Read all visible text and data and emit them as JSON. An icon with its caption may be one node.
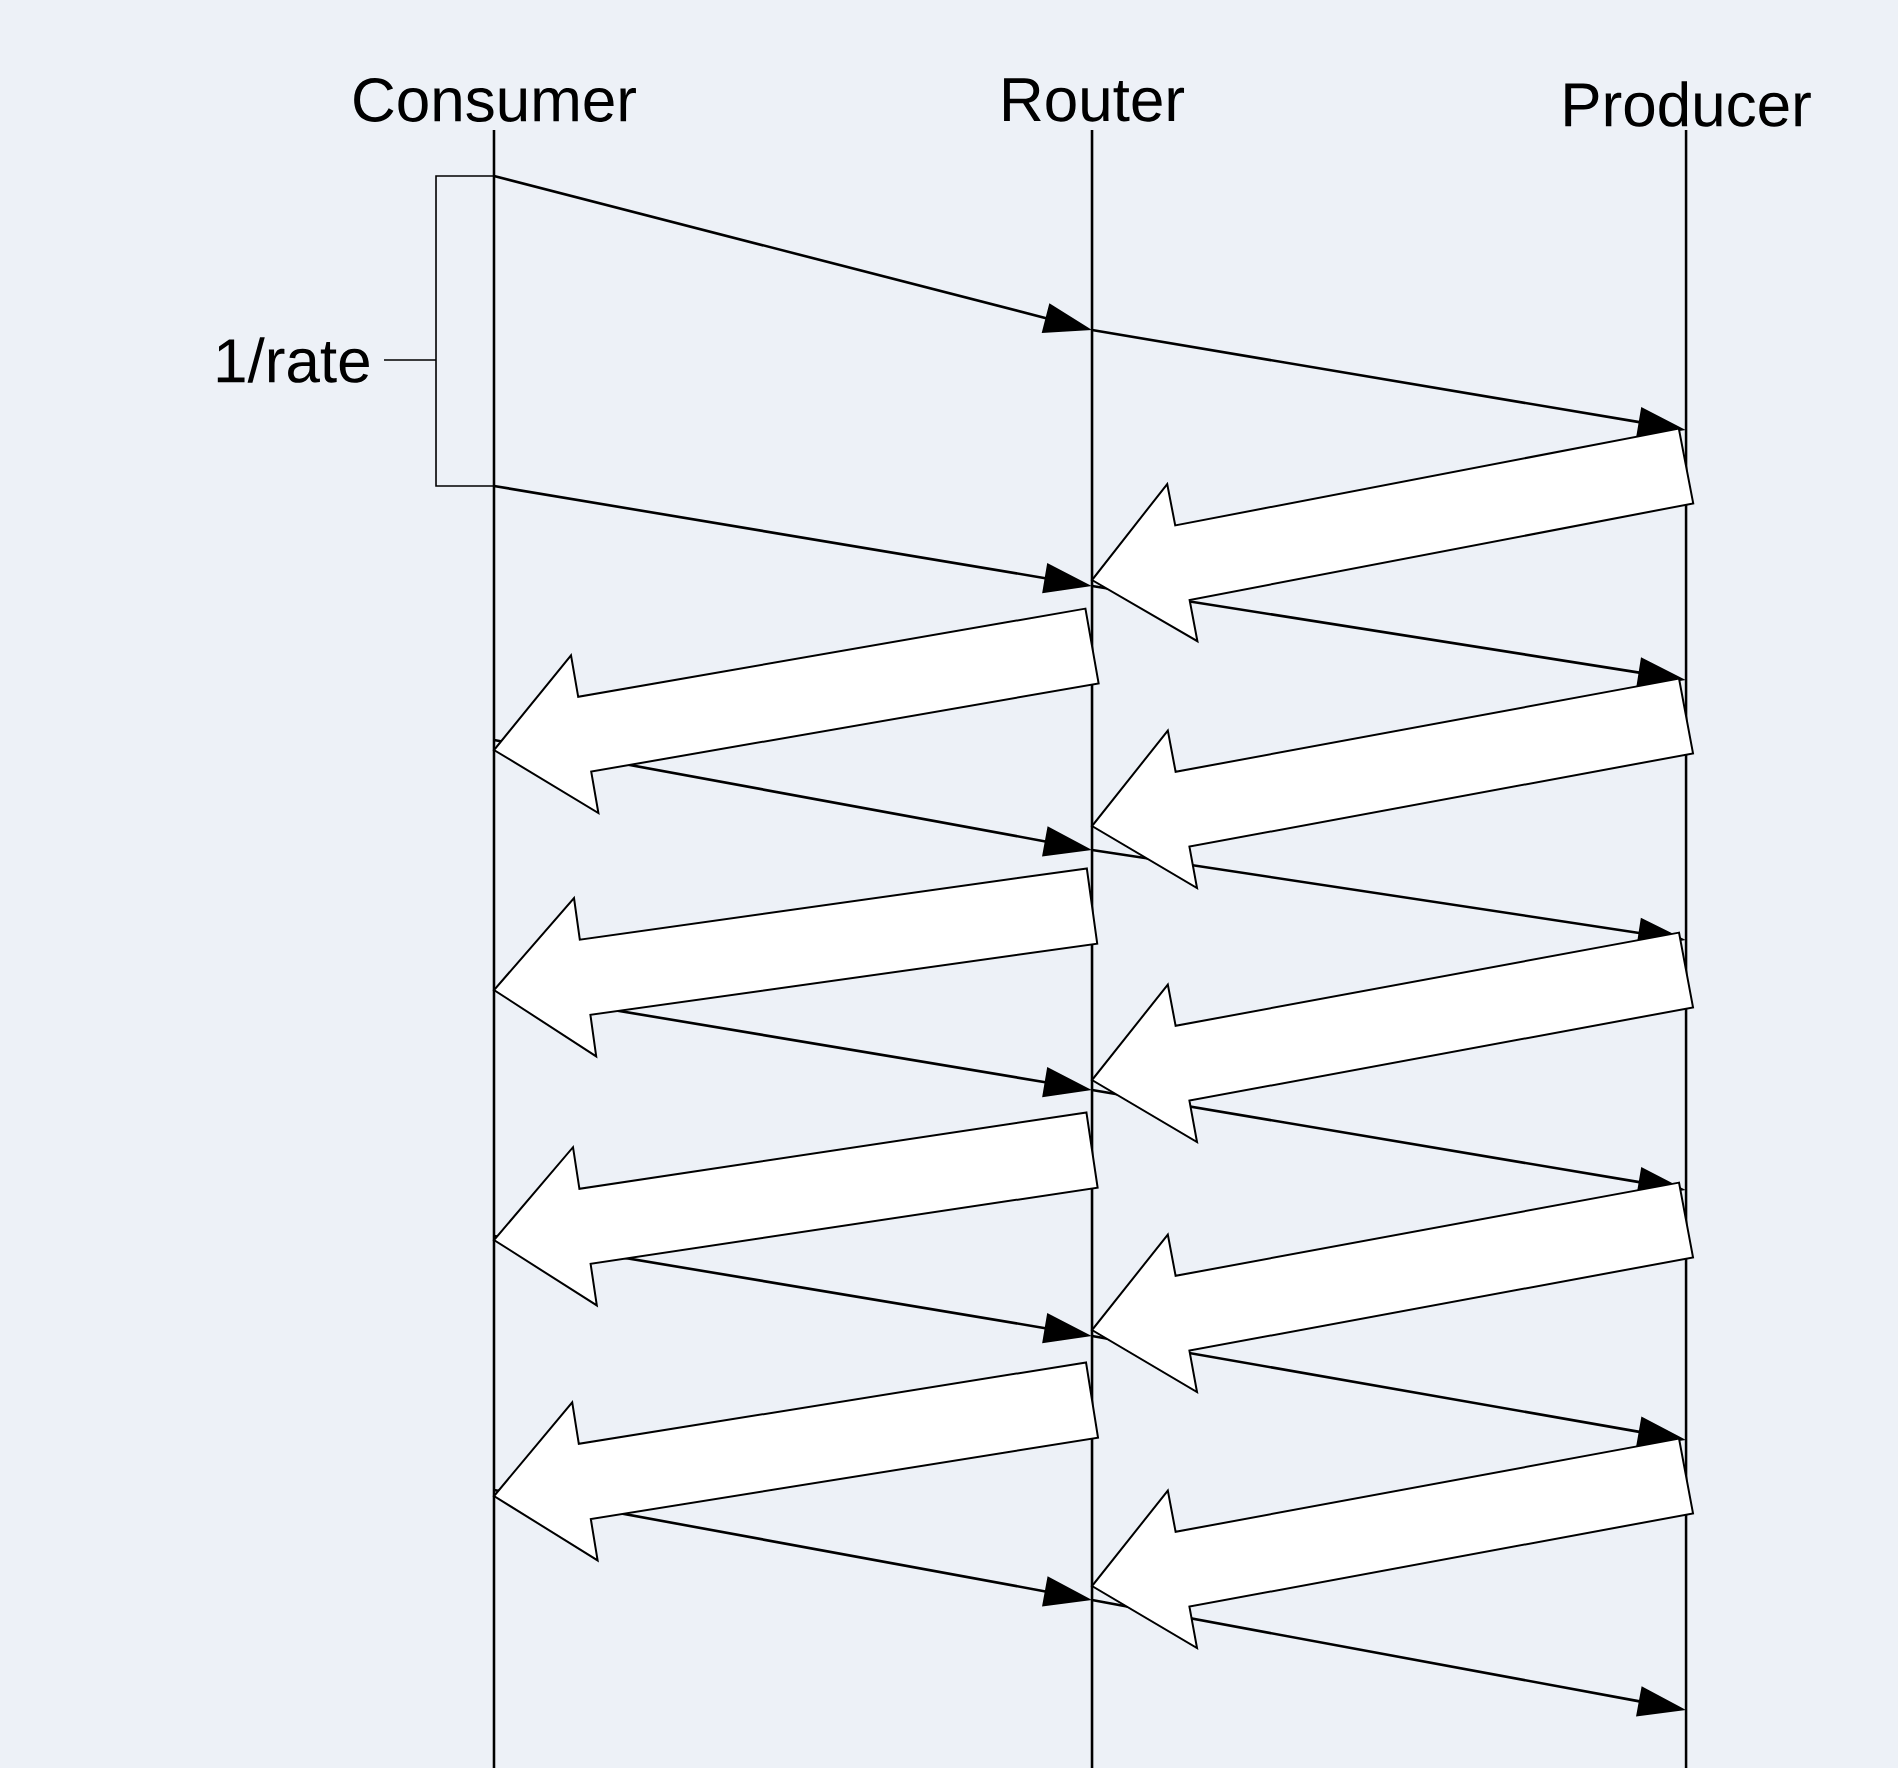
{
  "diagram": {
    "nodes": [
      {
        "text": [
          "Consumer"
        ]
      },
      {
        "text": [
          "Router"
        ]
      },
      {
        "text": [
          "Producer"
        ]
      }
    ],
    "edges": [
      {
        "from": 0,
        "to": 1,
        "arrow": "to"
      },
      {
        "from": 0,
        "to": 1,
        "arrow": "to"
      },
      {
        "from": 0,
        "to": 1,
        "arrow": "to"
      },
      {
        "from": 0,
        "to": 1,
        "arrow": "to"
      },
      {
        "from": 0,
        "to": 1,
        "arrow": "to"
      },
      {
        "from": 0,
        "to": 1,
        "arrow": "to"
      },
      {
        "from": 1,
        "to": 2,
        "arrow": "to"
      },
      {
        "from": 1,
        "to": 2,
        "arrow": "to"
      },
      {
        "from": 1,
        "to": 2,
        "arrow": "to"
      },
      {
        "from": 1,
        "to": 2,
        "arrow": "to"
      },
      {
        "from": 1,
        "to": 2,
        "arrow": "to"
      },
      {
        "from": 1,
        "to": 2,
        "arrow": "to"
      },
      {
        "from": 2,
        "to": 1,
        "arrow": "to",
        "style": "thick"
      },
      {
        "from": 2,
        "to": 1,
        "arrow": "to",
        "style": "thick"
      },
      {
        "from": 2,
        "to": 1,
        "arrow": "to",
        "style": "thick"
      },
      {
        "from": 2,
        "to": 1,
        "arrow": "to",
        "style": "thick"
      },
      {
        "from": 2,
        "to": 1,
        "arrow": "to",
        "style": "thick"
      },
      {
        "from": 1,
        "to": 0,
        "arrow": "to",
        "style": "thick"
      },
      {
        "from": 1,
        "to": 0,
        "arrow": "to",
        "style": "thick"
      },
      {
        "from": 1,
        "to": 0,
        "arrow": "to",
        "style": "thick"
      },
      {
        "from": 1,
        "to": 0,
        "arrow": "to",
        "style": "thick"
      }
    ],
    "labels": [
      "1/rate"
    ]
  }
}
